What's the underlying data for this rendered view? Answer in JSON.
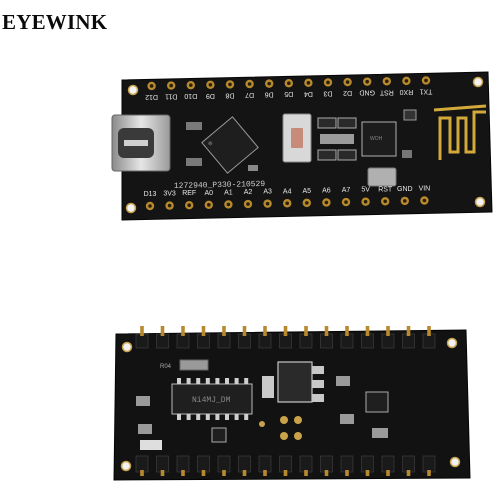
{
  "brand": {
    "name": "EYEWINK"
  },
  "top_board": {
    "top_pins": [
      "TX1",
      "RX0",
      "RST",
      "GND",
      "D2",
      "D3",
      "D4",
      "D5",
      "D6",
      "D7",
      "D8",
      "D9",
      "D10",
      "D11",
      "D12"
    ],
    "bottom_pins": [
      "D13",
      "3V3",
      "REF",
      "A0",
      "A1",
      "A2",
      "A3",
      "A4",
      "A5",
      "A6",
      "A7",
      "5V",
      "RST",
      "GND",
      "VIN"
    ],
    "board_text": "1272940_P330-210529",
    "chip_marking": "WOH"
  },
  "bottom_board": {
    "chip_marking": "Ni4MJ_DM",
    "component_marking": "R04"
  },
  "colors": {
    "pcb": "#141414",
    "pin": "#b88a2e",
    "antenna": "#d4a93c",
    "silk": "#e8e8e8"
  }
}
